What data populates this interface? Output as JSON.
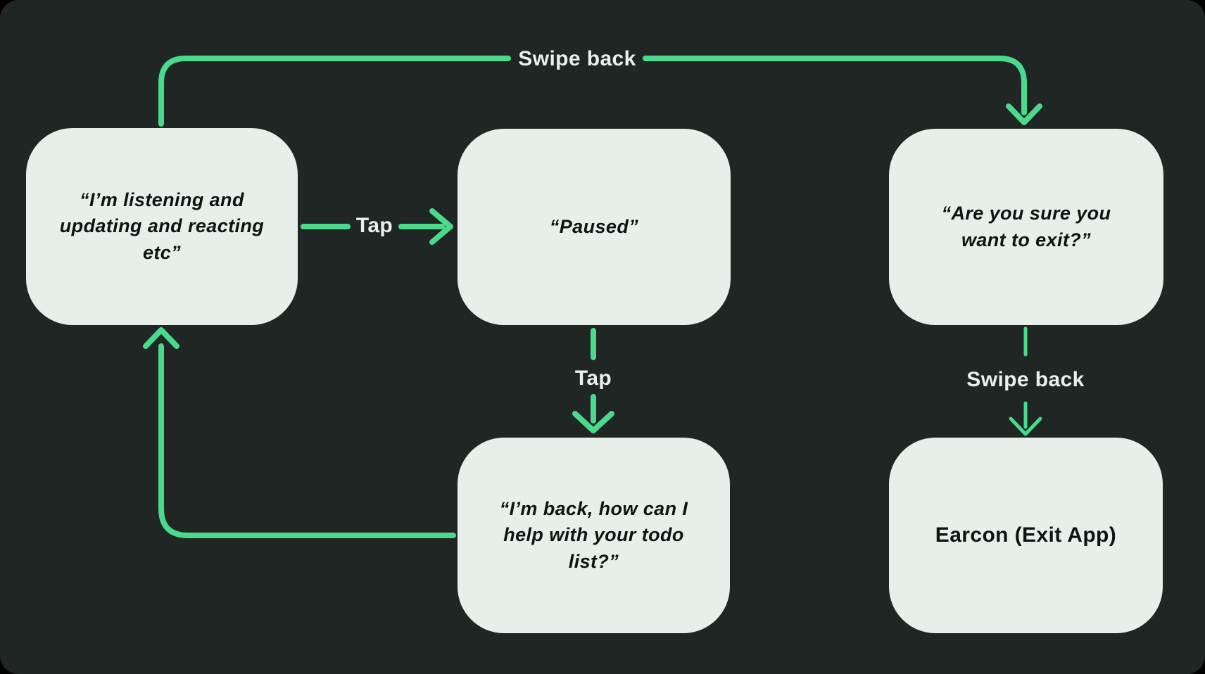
{
  "diagram": {
    "nodes": {
      "listening": {
        "text": "“I’m listening and updating and reacting etc”"
      },
      "paused": {
        "text": "“Paused”"
      },
      "confirm_exit": {
        "text": "“Are you sure you want to exit?”"
      },
      "back": {
        "text": "“I’m back, how can I help with your todo list?”"
      },
      "earcon": {
        "text": "Earcon (Exit App)"
      }
    },
    "edges": {
      "swipe_back_top": {
        "label": "Swipe back",
        "from": "paused-state",
        "to": "confirm_exit"
      },
      "tap_horizontal": {
        "label": "Tap",
        "from": "listening",
        "to": "paused"
      },
      "tap_vertical": {
        "label": "Tap",
        "from": "paused",
        "to": "back"
      },
      "swipe_back_right": {
        "label": "Swipe back",
        "from": "confirm_exit",
        "to": "earcon"
      },
      "loop_return": {
        "label": "",
        "from": "back",
        "to": "listening"
      }
    },
    "colors": {
      "background": "#000000",
      "panel": "#1f2624",
      "node_fill": "#e8efeb",
      "node_text": "#0d1412",
      "arrow": "#4bd98b",
      "label_text": "#e9efec"
    }
  }
}
